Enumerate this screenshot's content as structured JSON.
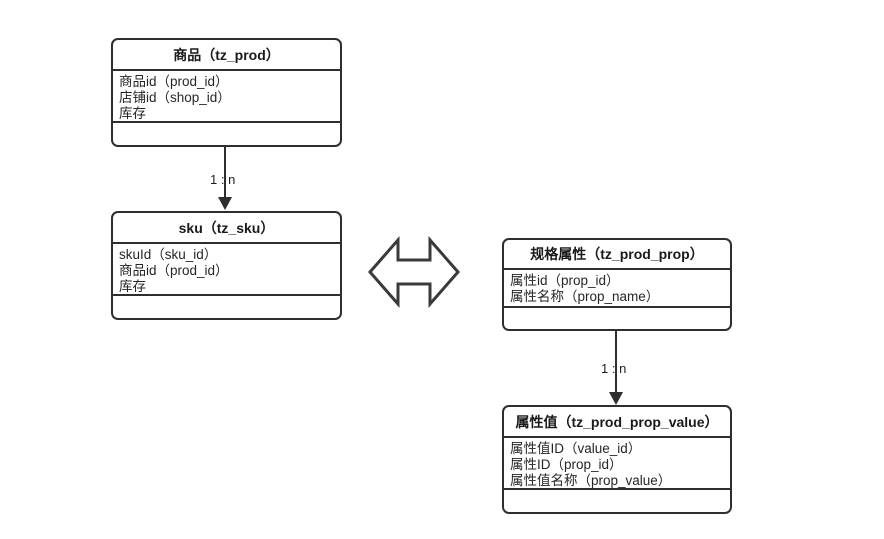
{
  "diagram": {
    "title_text": "",
    "stroke_color": "#2e2e2e",
    "text_color": "#262626",
    "background": "#ffffff",
    "entities": [
      {
        "id": "tz_prod",
        "title": "商品（tz_prod）",
        "attributes": [
          "商品id（prod_id）",
          "店铺id（shop_id）",
          "库存"
        ],
        "footer": ""
      },
      {
        "id": "tz_sku",
        "title": "sku（tz_sku）",
        "attributes": [
          "skuId（sku_id）",
          "商品id（prod_id）",
          "库存"
        ],
        "footer": ""
      },
      {
        "id": "tz_prod_prop",
        "title": "规格属性（tz_prod_prop）",
        "attributes": [
          "属性id（prop_id）",
          "属性名称（prop_name）"
        ],
        "footer": ""
      },
      {
        "id": "tz_prod_prop_value",
        "title": "属性值（tz_prod_prop_value）",
        "attributes": [
          "属性值ID（value_id）",
          "属性ID（prop_id）",
          "属性值名称（prop_value）"
        ],
        "footer": ""
      }
    ],
    "connectors": [
      {
        "id": "prod-to-sku",
        "label": "1 : n",
        "from": "tz_prod",
        "to": "tz_sku"
      },
      {
        "id": "prop-to-propvalue",
        "label": "1 : n",
        "from": "tz_prod_prop",
        "to": "tz_prod_prop_value"
      }
    ],
    "link_shape": {
      "id": "sku-prop-link",
      "kind": "double-headed-arrow",
      "label": ""
    }
  }
}
